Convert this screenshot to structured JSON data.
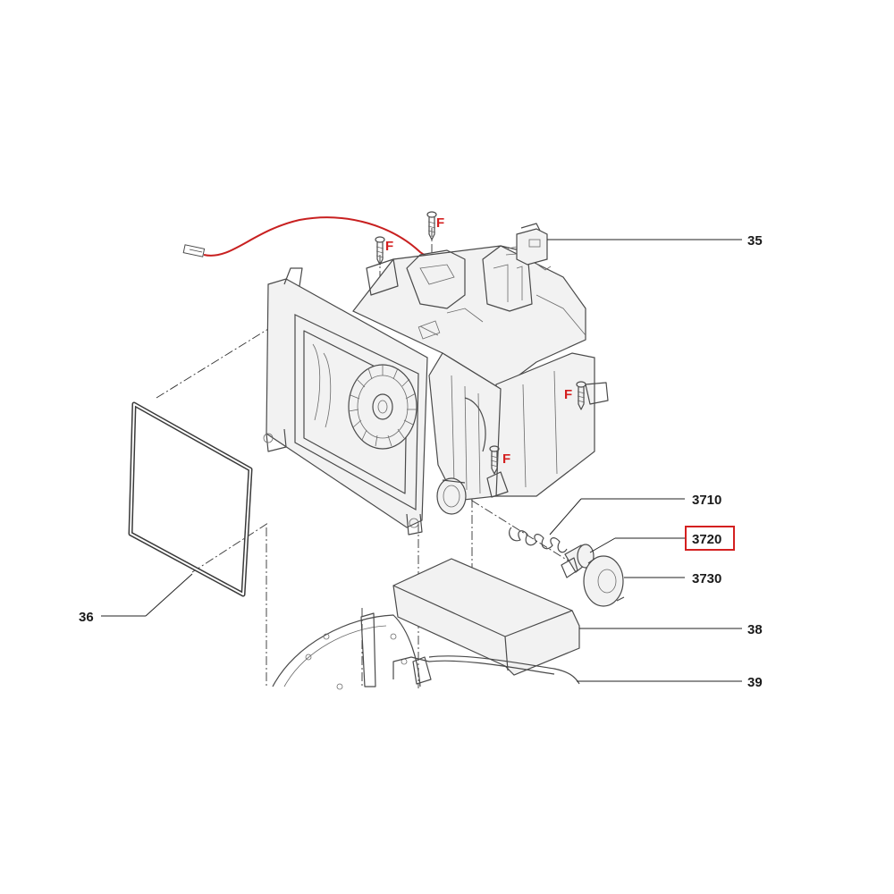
{
  "diagram": {
    "callouts": [
      {
        "id": "35",
        "text": "35",
        "highlighted": false
      },
      {
        "id": "36",
        "text": "36",
        "highlighted": false
      },
      {
        "id": "3710",
        "text": "3710",
        "highlighted": false
      },
      {
        "id": "3720",
        "text": "3720",
        "highlighted": true
      },
      {
        "id": "3730",
        "text": "3730",
        "highlighted": false
      },
      {
        "id": "38",
        "text": "38",
        "highlighted": false
      },
      {
        "id": "39",
        "text": "39",
        "highlighted": false
      }
    ],
    "fastener_label": "F",
    "colors": {
      "line": "#4a4a4a",
      "wire": "#c82020",
      "fastener_label": "#d42020",
      "highlight_box": "#d42020",
      "background": "#ffffff"
    }
  }
}
